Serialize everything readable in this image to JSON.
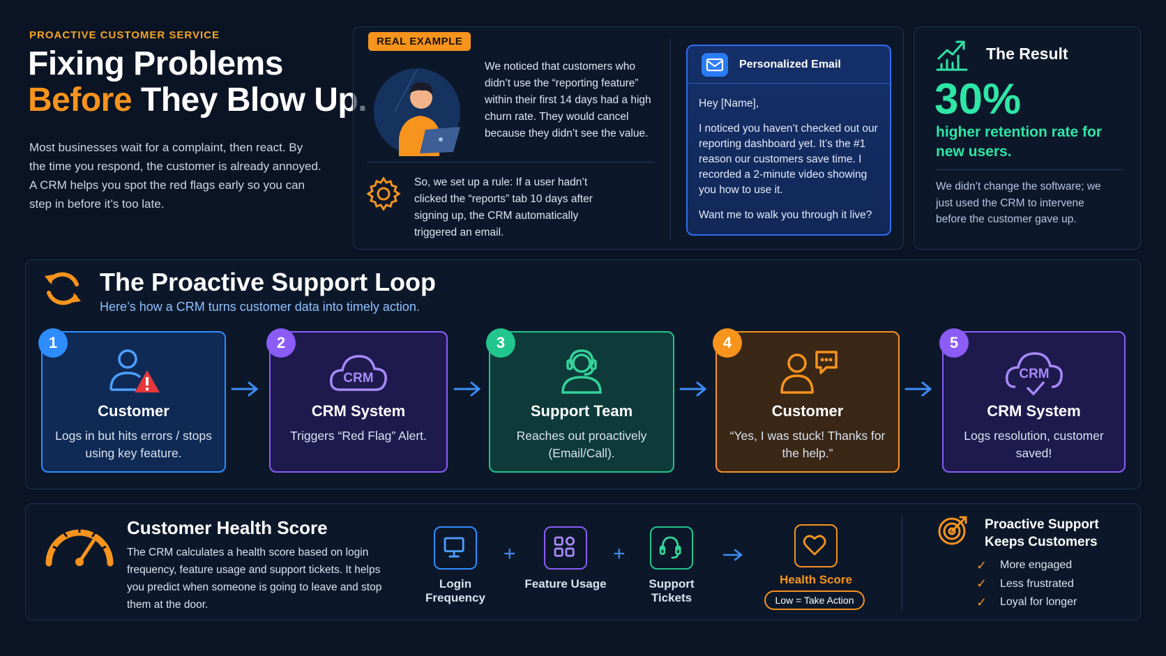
{
  "hero": {
    "eyebrow": "PROACTIVE CUSTOMER SERVICE",
    "title_line1": "Fixing Problems",
    "title_accent": "Before",
    "title_rest": " They Blow Up.",
    "description": "Most businesses wait for a complaint, then react. By the time you respond, the customer is already annoyed. A CRM helps you spot the red flags early so you can step in before it’s too late."
  },
  "example": {
    "badge": "REAL EXAMPLE",
    "text1": "We noticed that customers who didn’t use the “reporting feature” within their first 14 days had a high churn rate. They would cancel because they didn’t see the value.",
    "text2": "So, we set up a rule: If a user hadn’t clicked the “reports” tab 10 days after signing up, the CRM automatically triggered an email.",
    "icons": {
      "avatar": "person-laptop-icon",
      "gear": "gear-icon"
    }
  },
  "email": {
    "title": "Personalized Email",
    "icon": "mail-icon",
    "greeting": "Hey [Name],",
    "body": "I noticed you haven’t checked out our reporting dashboard yet. It’s the #1 reason our customers save time. I recorded a 2-minute video showing you how to use it.",
    "closing": "Want me to walk you through it live?"
  },
  "result": {
    "title": "The Result",
    "icon": "growth-chart-icon",
    "big_value": "30%",
    "subtitle": "higher retention rate for new users.",
    "description": "We didn’t change the software; we just used the CRM to intervene before the customer gave up."
  },
  "loop": {
    "title": "The Proactive Support Loop",
    "subtitle": "Here’s how a CRM turns customer data into timely action.",
    "icon": "refresh-loop-icon",
    "steps": [
      {
        "num": "1",
        "title": "Customer",
        "desc": "Logs in but hits errors / stops using key feature.",
        "icon": "user-warning-icon",
        "color": "#2f8cff"
      },
      {
        "num": "2",
        "title": "CRM System",
        "desc": "Triggers “Red Flag” Alert.",
        "icon": "crm-cloud-icon",
        "color": "#8b5cf6"
      },
      {
        "num": "3",
        "title": "Support Team",
        "desc": "Reaches out proactively (Email/Call).",
        "icon": "headset-agent-icon",
        "color": "#22c58b"
      },
      {
        "num": "4",
        "title": "Customer",
        "desc": "“Yes, I was stuck! Thanks for the help.”",
        "icon": "user-chat-icon",
        "color": "#f7941d"
      },
      {
        "num": "5",
        "title": "CRM System",
        "desc": "Logs resolution, customer saved!",
        "icon": "crm-check-icon",
        "color": "#8b5cf6"
      }
    ],
    "crm_label": "CRM"
  },
  "health": {
    "title": "Customer Health Score",
    "icon": "gauge-icon",
    "description": "The CRM calculates a health score based on login frequency, feature usage and support tickets. It helps you predict when someone is going to leave and stop them at the door.",
    "items": [
      {
        "label": "Login Frequency",
        "icon": "monitor-icon",
        "color": "#2f8cff"
      },
      {
        "label": "Feature Usage",
        "icon": "apps-grid-icon",
        "color": "#8b5cf6"
      },
      {
        "label": "Support Tickets",
        "icon": "headset-icon",
        "color": "#22c58b"
      }
    ],
    "plus": "+",
    "score_label": "Health Score",
    "score_pill": "Low = Take Action",
    "score_icon": "heart-icon"
  },
  "keeps": {
    "title": "Proactive Support Keeps Customers",
    "icon": "target-icon",
    "items": [
      "More engaged",
      "Less frustrated",
      "Loyal for longer"
    ],
    "check": "✓"
  }
}
